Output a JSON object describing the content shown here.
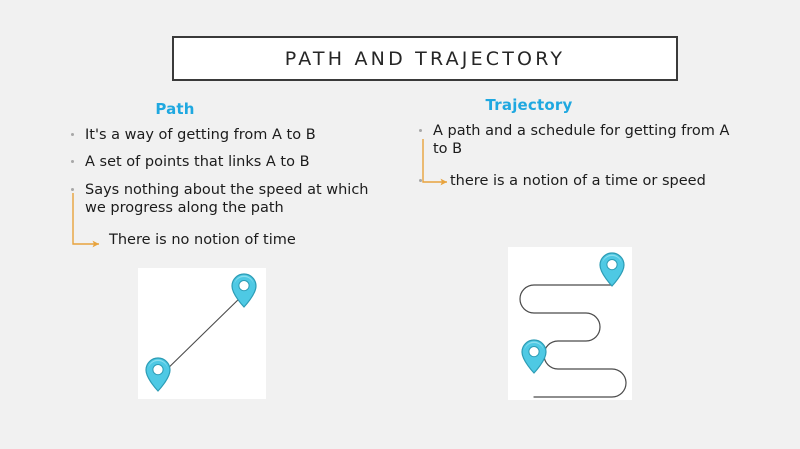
{
  "slide": {
    "background_color": "#f1f1f1",
    "title": "PATH AND TRAJECTORY",
    "accent_color": "#1fa8e0",
    "connector_color": "#e8a33d",
    "bullet_color": "#a8a8a8",
    "text_color": "#1c1c1c",
    "title_border_color": "#3a3a3a"
  },
  "columns": [
    {
      "id": "path",
      "heading": "Path",
      "bullets": [
        "It's a way of getting from A to B",
        "A set of points that links A to B",
        "Says nothing about the speed at which we progress along the path"
      ],
      "sub_bullets": [
        "There is no notion of time"
      ],
      "figure": {
        "name": "path-diagram",
        "description": "Two map pins connected by a straight diagonal line",
        "card_color": "#ffffff",
        "pin_fill": "#4ec9e4",
        "pin_stroke": "#2c9cb5",
        "pin_inner": "#ffffff",
        "line_color": "#4a4a4a",
        "pin_count": 2
      }
    },
    {
      "id": "trajectory",
      "heading": "Trajectory",
      "bullets": [
        "A path and a schedule for getting from A to B"
      ],
      "sub_bullets": [
        "there is a notion of a time or speed"
      ],
      "figure": {
        "name": "trajectory-diagram",
        "description": "Two map pins connected by a winding serpentine route",
        "card_color": "#ffffff",
        "pin_fill": "#4ec9e4",
        "pin_stroke": "#2c9cb5",
        "pin_inner": "#ffffff",
        "line_color": "#4a4a4a",
        "pin_count": 2
      }
    }
  ]
}
